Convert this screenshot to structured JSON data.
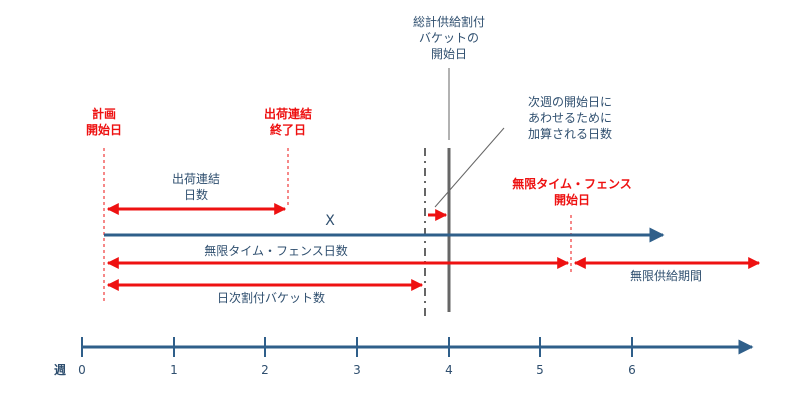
{
  "labels": {
    "plan_start": [
      "計画",
      "開始日"
    ],
    "ship_consolidation_end": [
      "出荷連結",
      "終了日"
    ],
    "total_bucket_start": [
      "総計供給割付",
      "バケットの",
      "開始日"
    ],
    "align_note": [
      "次週の開始日に",
      "あわせるために",
      "加算される日数"
    ],
    "ship_consolidation_days": [
      "出荷連結",
      "日数"
    ],
    "x_marker": "X",
    "infinite_fence_start": [
      "無限タイム・フェンス",
      "開始日"
    ],
    "infinite_fence_days": "無限タイム・フェンス日数",
    "infinite_supply_period": "無限供給期間",
    "daily_bucket_count": "日次割付バケット数",
    "week_label": "週"
  },
  "axis": {
    "ticks": [
      "0",
      "1",
      "2",
      "3",
      "4",
      "5",
      "6"
    ]
  },
  "colors": {
    "red": "#ee1111",
    "blue": "#2f5f8a",
    "gray": "#666666",
    "text_blue": "#2f4f6f"
  }
}
